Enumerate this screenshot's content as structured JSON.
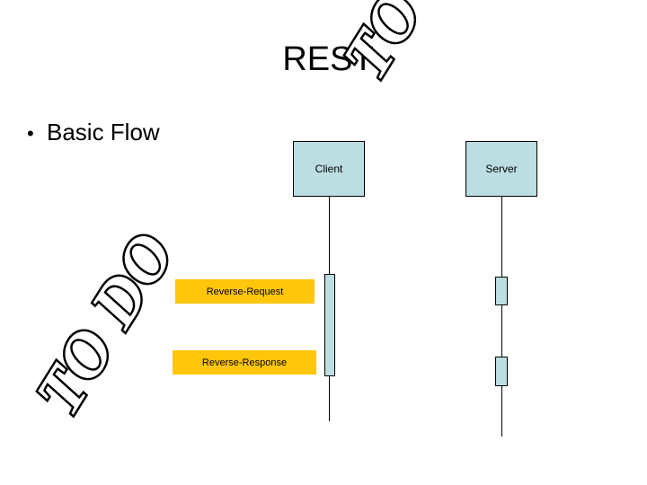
{
  "slide": {
    "title": "REST",
    "bullets": [
      {
        "marker": "•",
        "text": "Basic Flow"
      }
    ],
    "watermarks": [
      {
        "text": "TO DO"
      },
      {
        "text": "TO DO"
      }
    ]
  },
  "diagram": {
    "type": "sequence-diagram",
    "actors": [
      {
        "name": "client",
        "label": "Client"
      },
      {
        "name": "server",
        "label": "Server"
      }
    ],
    "messages": [
      {
        "name": "reverse-request",
        "label": "Reverse-Request"
      },
      {
        "name": "reverse-response",
        "label": "Reverse-Response"
      }
    ],
    "colors": {
      "actor_fill": "#bcdde2",
      "actor_border": "#000000",
      "message_fill": "#ffc60b",
      "lifeline": "#000000",
      "text": "#000000",
      "background": "#ffffff"
    }
  }
}
